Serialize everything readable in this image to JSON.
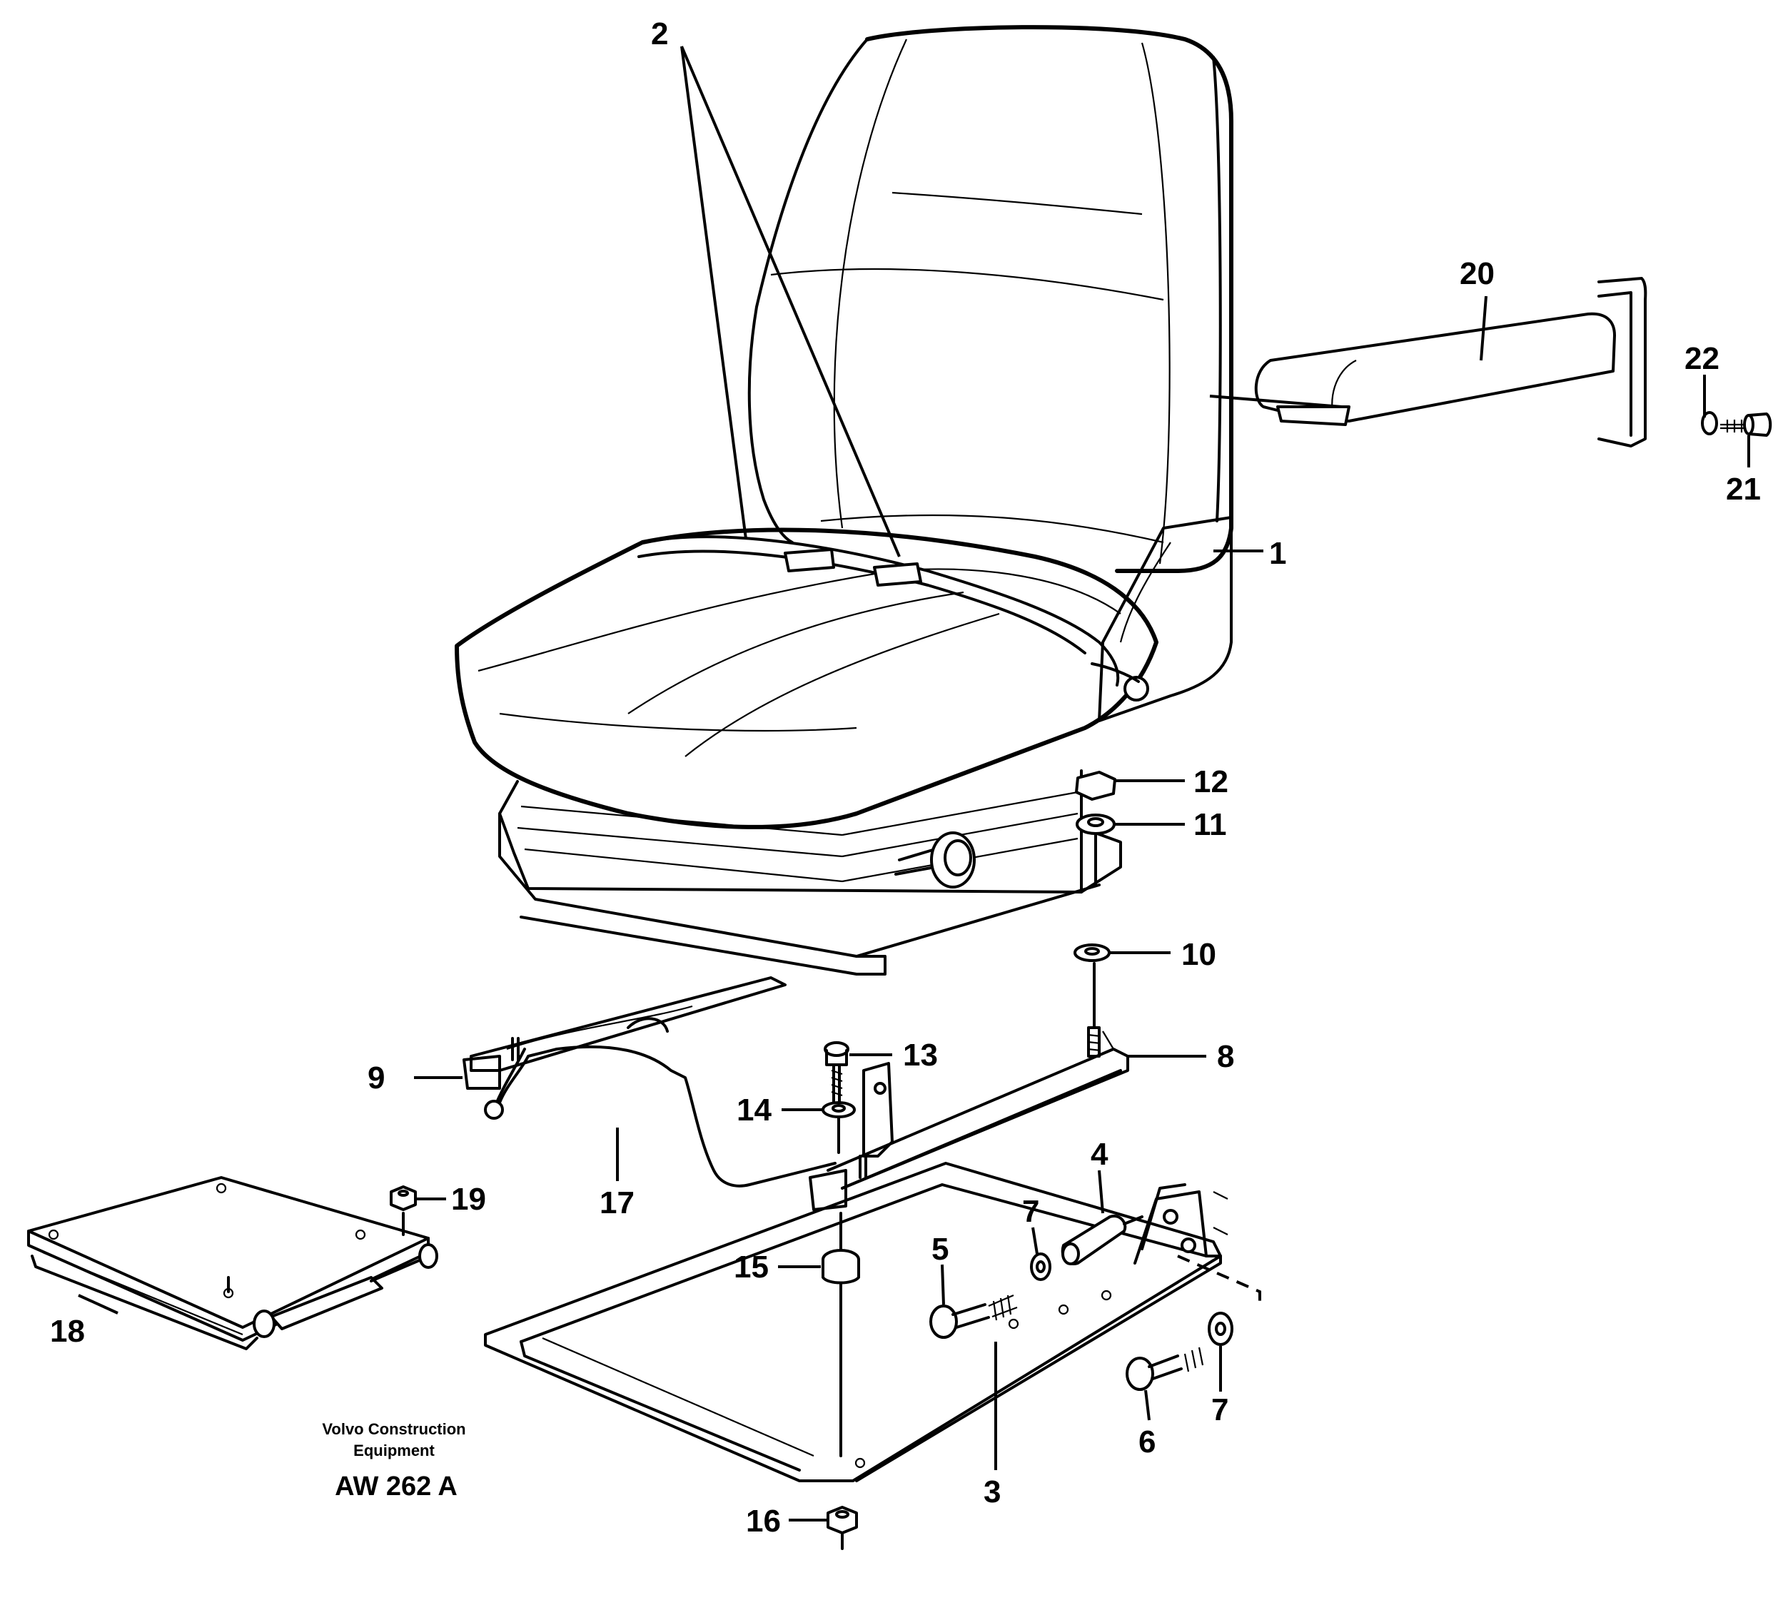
{
  "figure": {
    "publisher_line1": "Volvo Construction",
    "publisher_line2": "Equipment",
    "drawing_code": "AW 262 A"
  },
  "callouts": [
    {
      "id": "c1",
      "number": "1"
    },
    {
      "id": "c2",
      "number": "2"
    },
    {
      "id": "c3",
      "number": "3"
    },
    {
      "id": "c4",
      "number": "4"
    },
    {
      "id": "c5",
      "number": "5"
    },
    {
      "id": "c6",
      "number": "6"
    },
    {
      "id": "c7a",
      "number": "7"
    },
    {
      "id": "c7b",
      "number": "7"
    },
    {
      "id": "c8",
      "number": "8"
    },
    {
      "id": "c9",
      "number": "9"
    },
    {
      "id": "c10",
      "number": "10"
    },
    {
      "id": "c11",
      "number": "11"
    },
    {
      "id": "c12",
      "number": "12"
    },
    {
      "id": "c13",
      "number": "13"
    },
    {
      "id": "c14",
      "number": "14"
    },
    {
      "id": "c15",
      "number": "15"
    },
    {
      "id": "c16",
      "number": "16"
    },
    {
      "id": "c17",
      "number": "17"
    },
    {
      "id": "c18",
      "number": "18"
    },
    {
      "id": "c19",
      "number": "19"
    },
    {
      "id": "c20",
      "number": "20"
    },
    {
      "id": "c21",
      "number": "21"
    },
    {
      "id": "c22",
      "number": "22"
    }
  ]
}
